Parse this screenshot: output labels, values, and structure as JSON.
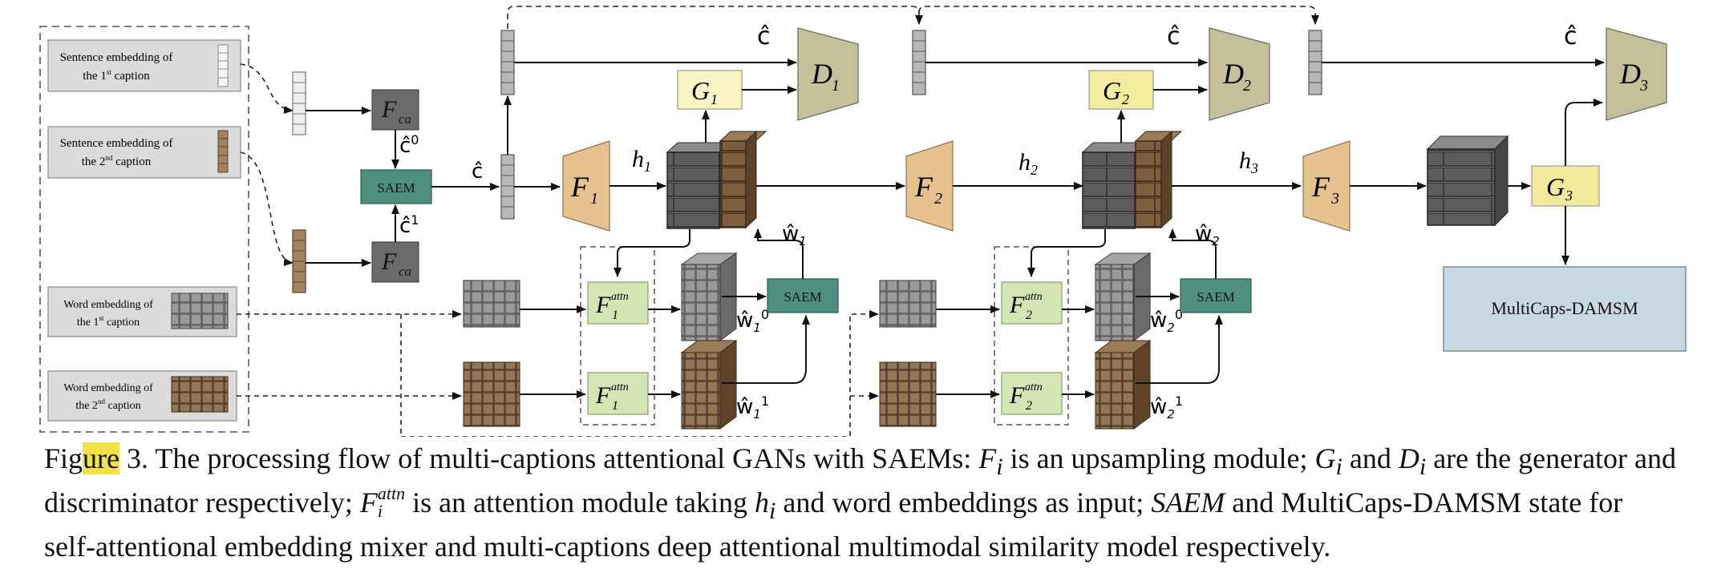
{
  "figure": {
    "sentence_boxes": [
      {
        "line1": "Sentence embedding of",
        "line2_pre": "the 1",
        "sup": "st",
        "line2_post": " caption"
      },
      {
        "line1": "Sentence embedding of",
        "line2_pre": "the 2",
        "sup": "nd",
        "line2_post": " caption"
      }
    ],
    "word_boxes": [
      {
        "line1": "Word embedding of",
        "line2_pre": "the 1",
        "sup": "st",
        "line2_post": " caption"
      },
      {
        "line1": "Word embedding of",
        "line2_pre": "the 2",
        "sup": "nd",
        "line2_post": " caption"
      }
    ],
    "labels": {
      "fca": "F",
      "fca_sub": "ca",
      "saem": "SAEM",
      "c_hat": "ĉ",
      "c_hat0": "ĉ",
      "c_hat0_sup": "0",
      "c_hat1": "ĉ",
      "c_hat1_sup": "1",
      "f1": "F",
      "f1_sub": "1",
      "f2": "F",
      "f2_sub": "2",
      "f3": "F",
      "f3_sub": "3",
      "g1": "G",
      "g1_sub": "1",
      "g2": "G",
      "g2_sub": "2",
      "g3": "G",
      "g3_sub": "3",
      "d1": "D",
      "d1_sub": "1",
      "d2": "D",
      "d2_sub": "2",
      "d3": "D",
      "d3_sub": "3",
      "h1": "h",
      "h1_sub": "1",
      "h2": "h",
      "h2_sub": "2",
      "h3": "h",
      "h3_sub": "3",
      "fattn": "F",
      "fattn_sup": "attn",
      "fattn1_sub": "1",
      "fattn2_sub": "2",
      "w_hat": "ŵ",
      "w1_sub": "1",
      "w2_sub": "2",
      "sup0": "0",
      "sup1": "1",
      "multicaps": "MultiCaps-DAMSM"
    },
    "colors": {
      "fca": "#6b6b6b",
      "saem": "#4e8f80",
      "f_module": "#e6c28f",
      "g_module": "#f8f4c6",
      "g3_module": "#f2ea9a",
      "d_module": "#c4c19a",
      "attn_module": "#d5e6b4",
      "multicaps": "#c8d9e3",
      "grey_block": "#7f7f7f",
      "brown_block": "#8a6c4c"
    }
  },
  "caption": {
    "part1_a": "Fig",
    "part1_hl": "ure",
    "part1_b": " 3. The processing flow of multi-captions attentional GANs with SAEMs: ",
    "Fi": "F",
    "i": "i",
    "part2": " is an upsampling module; ",
    "Gi": "G",
    "and": " and ",
    "Di": "D",
    "part3": " are the generator and discriminator respectively; ",
    "Fattn": "F",
    "attn": "attn",
    "part4": " is an attention module taking ",
    "hi": "h",
    "part5": " and word embeddings as input; ",
    "saem_math": "SAEM",
    "part6": " and MultiCaps-DAMSM state for self-attentional embedding mixer and multi-captions deep attentional multimodal similarity model respectively."
  }
}
